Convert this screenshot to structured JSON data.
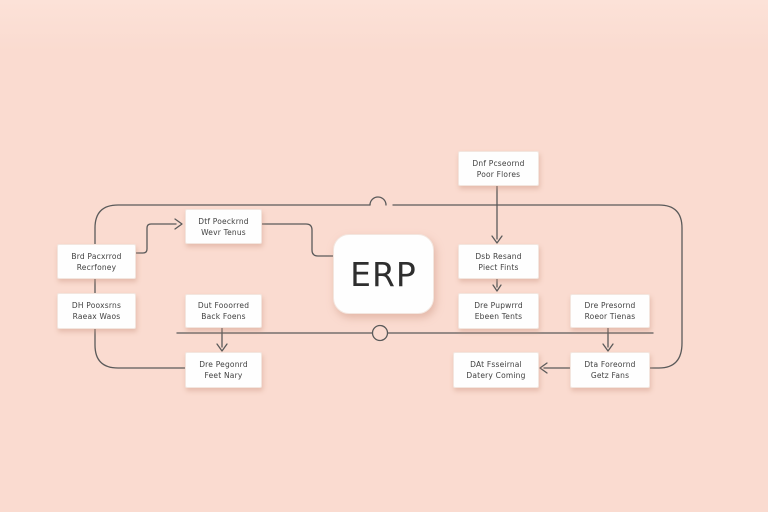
{
  "colors": {
    "background": "#fadbd0",
    "line": "#5a5a5a",
    "box_fill": "#fefefe",
    "text": "#414141"
  },
  "diagram": {
    "center": {
      "label": "ERP"
    },
    "nodes": [
      {
        "id": "top-source",
        "line1": "Dnf Pcseornd",
        "line2": "Poor Flores"
      },
      {
        "id": "left-upper",
        "line1": "Brd Pacxrrod",
        "line2": "Recrfoney"
      },
      {
        "id": "left-lower",
        "line1": "DH Pooxsrns",
        "line2": "Raeax Waos"
      },
      {
        "id": "col2-top",
        "line1": "Dtf Poeckrnd",
        "line2": "Wevr Tenus"
      },
      {
        "id": "col2-middle",
        "line1": "Dut Fooorred",
        "line2": "Back Foens"
      },
      {
        "id": "col2-bottom",
        "line1": "Dre Pegonrd",
        "line2": "Feet Nary"
      },
      {
        "id": "right-upper",
        "line1": "Dsb Resand",
        "line2": "Piect Fints"
      },
      {
        "id": "right-middle",
        "line1": "Dre Pupwrrd",
        "line2": "Ebeen Tents"
      },
      {
        "id": "right-bottom",
        "line1": "DAt Fsseirnal",
        "line2": "Datery Coming"
      },
      {
        "id": "far-upper",
        "line1": "Dre Presornd",
        "line2": "Roeor Tienas"
      },
      {
        "id": "far-lower",
        "line1": "Dta Foreornd",
        "line2": "Getz Fans"
      }
    ]
  }
}
